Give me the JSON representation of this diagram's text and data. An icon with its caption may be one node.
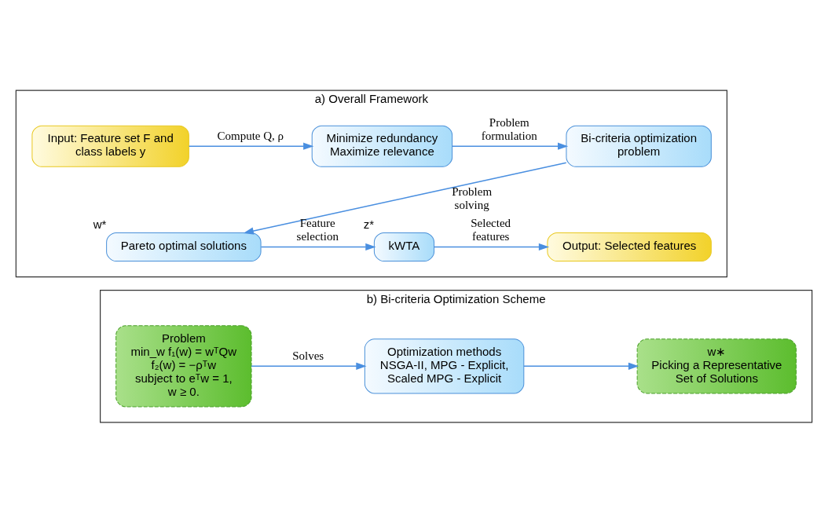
{
  "diagram": {
    "nodes": [
      {
        "text": [
          "a) Overall Framework"
        ]
      },
      {
        "text": [
          "Input: Feature set F and class labels y"
        ],
        "in": 0
      },
      {
        "text": [
          "Minimize redundancy Maximize relevance"
        ],
        "in": 0
      },
      {
        "text": [
          "Bi-criteria optimization problem"
        ],
        "in": 0
      },
      {
        "text": [
          "Pareto optimal solutions"
        ],
        "in": 0,
        "beside": [
          "w*"
        ]
      },
      {
        "text": [
          "kWTA"
        ],
        "in": 0,
        "beside": [
          "z*"
        ]
      },
      {
        "text": [
          "Output: Selected features"
        ],
        "in": 0
      },
      {
        "text": [
          "b) Bi-criteria Optimization Scheme"
        ]
      },
      {
        "text": [
          "Problem",
          "min_w f₁(w) = wᵀQw",
          "f₂(w) = −ρᵀw",
          "subject to eᵀw = 1,",
          "w ≥ 0."
        ],
        "in": 7
      },
      {
        "text": [
          "Optimization methods",
          "NSGA-II, MPG - Explicit, Scaled MPG - Explicit"
        ],
        "in": 7
      },
      {
        "text": [
          "w∗",
          "Picking a Representative Set of Solutions"
        ],
        "in": 7
      }
    ],
    "edges": [
      {
        "from": 1,
        "to": 2,
        "arrow": "to",
        "label": "Compute Q, ρ"
      },
      {
        "from": 2,
        "to": 3,
        "arrow": "to",
        "label": "Problem formulation"
      },
      {
        "from": 3,
        "to": 4,
        "arrow": "to",
        "label": "Problem solving"
      },
      {
        "from": 4,
        "to": 5,
        "arrow": "to",
        "label": "Feature selection"
      },
      {
        "from": 5,
        "to": 6,
        "arrow": "to",
        "label": "Selected features"
      },
      {
        "from": 8,
        "to": 9,
        "arrow": "to",
        "label": "Solves"
      },
      {
        "from": 9,
        "to": 10,
        "arrow": "to"
      }
    ]
  }
}
